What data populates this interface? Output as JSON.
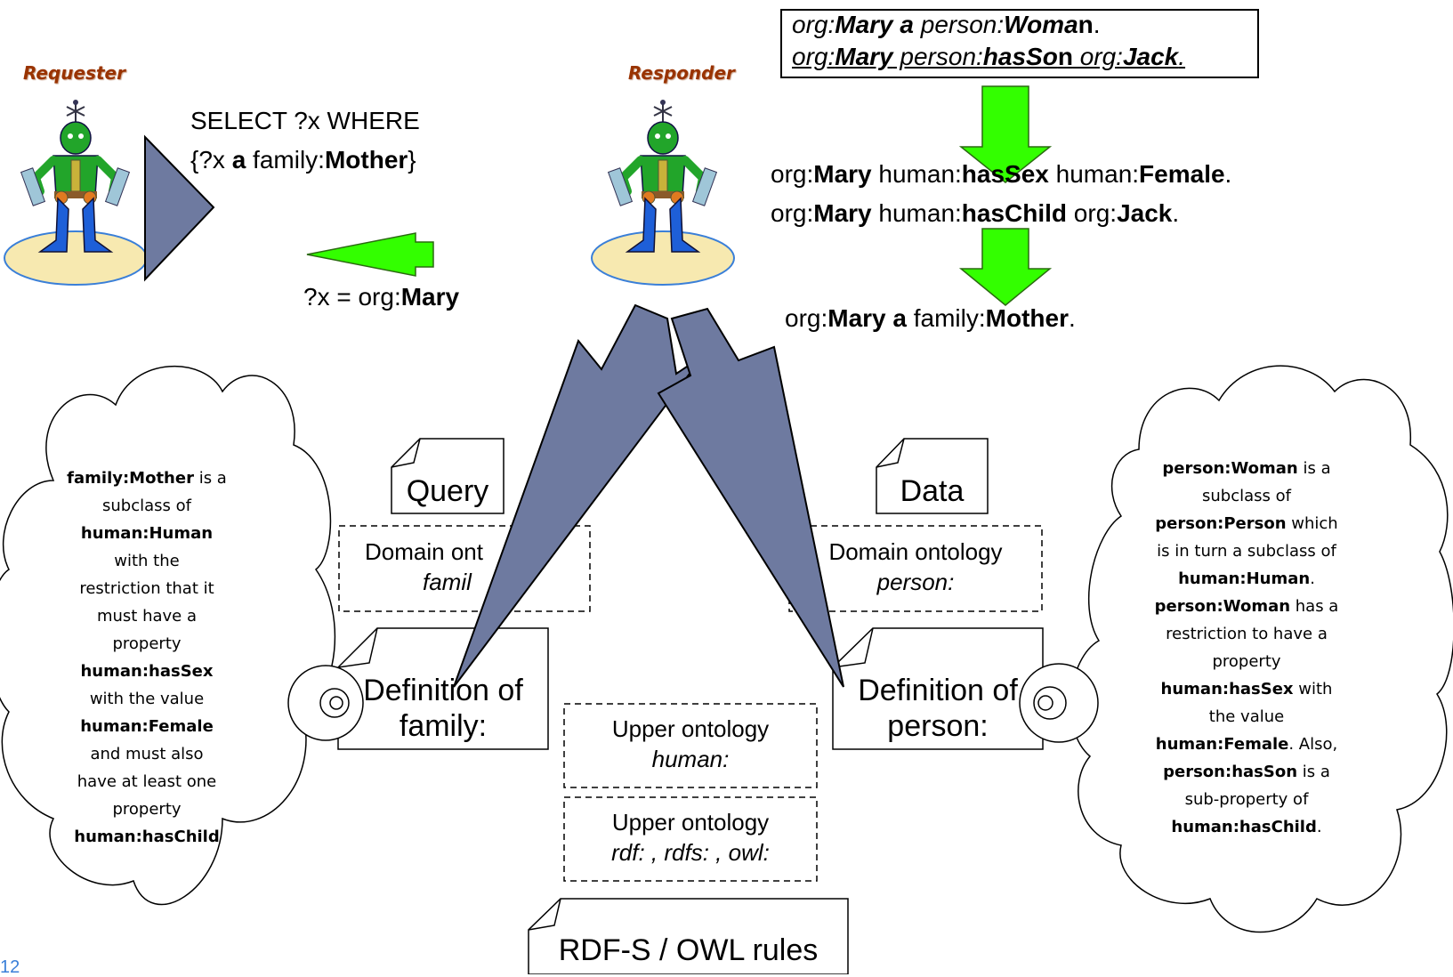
{
  "roles": {
    "requester": "Requester",
    "responder": "Responder"
  },
  "query": {
    "line1": "SELECT ?x WHERE",
    "line2_open": "{?x ",
    "line2_a": "a",
    "line2_pre": " family:",
    "line2_bold": "Mother",
    "line2_close": "}"
  },
  "answer": {
    "pre": "?x = org:",
    "bold": "Mary"
  },
  "data_box": {
    "l1_p1": "org:",
    "l1_b1": "Mary a",
    "l1_p2": " person:",
    "l1_b2": "Woma",
    "l1_b3": "n",
    "l1_p3": ".",
    "l2_p1": "org:",
    "l2_b1": "Mary",
    "l2_p2": " person:",
    "l2_b2": "hasSo",
    "l2_b3": "n",
    "l2_p3": " org:",
    "l2_b4": "Jack",
    "l2_p4": "."
  },
  "inferred1": {
    "l1_p1": "org:",
    "l1_b1": "Mary",
    "l1_p2": " human:",
    "l1_b2": "hasSex",
    "l1_p3": " human:",
    "l1_b3": "Female",
    "l1_p4": ".",
    "l2_p1": "org:",
    "l2_b1": "Mary",
    "l2_p2": " human:",
    "l2_b2": "hasChild",
    "l2_p3": " org:",
    "l2_b3": "Jack",
    "l2_p4": "."
  },
  "inferred2": {
    "p1": "org:",
    "b1": "Mary a",
    "p2": " family:",
    "b2": "Mother",
    "p3": "."
  },
  "docs": {
    "query": "Query",
    "data": "Data",
    "def_family_1": "Definition of",
    "def_family_2": "family:",
    "def_person_1": "Definition of",
    "def_person_2": "person:",
    "rules": "RDF-S / OWL rules"
  },
  "boxes": {
    "domain_family_1": "Domain ont",
    "domain_family_2": "famil",
    "domain_person_1": "Domain ontology",
    "domain_person_2": "person:",
    "upper_human_1": "Upper ontology",
    "upper_human_2": "human:",
    "upper_rdf_1": "Upper ontology",
    "upper_rdf_2": "rdf: , rdfs: , owl:"
  },
  "left_cloud": {
    "b1": "family:Mother",
    "t1": " is a",
    "t2": "subclass of",
    "b2": "human:Human",
    "t3": "with the",
    "t4": "restriction that it",
    "t5": "must have a",
    "t6": "property",
    "b3": "human:hasSex",
    "t7": "with the value",
    "b4": "human:Female",
    "t8": "and must also",
    "t9": "have at least one",
    "t10": "property",
    "b5": "human:hasChild"
  },
  "right_cloud": {
    "b1": "person:Woman",
    "t1": " is a",
    "t2": "subclass of",
    "b2": "person:Person",
    "t3": " which",
    "t4": "is in turn a subclass of",
    "b3": "human:Human",
    "t5": ".",
    "b4": "person:Woman",
    "t6": " has a",
    "t7": "restriction to have a",
    "t8": "property",
    "b5": "human:hasSex",
    "t9": " with",
    "t10": "the value",
    "b6": "human:Female",
    "t11": ". Also,",
    "b7": "person:hasSon",
    "t12": " is a",
    "t13": "sub-property of",
    "b8": "human:hasChild",
    "t14": "."
  },
  "page_number": "12",
  "colors": {
    "arrow_slate": "#6E7AA0",
    "arrow_green": "#33FF00",
    "role_label": "#993300",
    "platform": "#F7E9B0",
    "platform_ring": "#3A7FD8"
  },
  "icons": {
    "agent": "robot-agent-icon"
  }
}
